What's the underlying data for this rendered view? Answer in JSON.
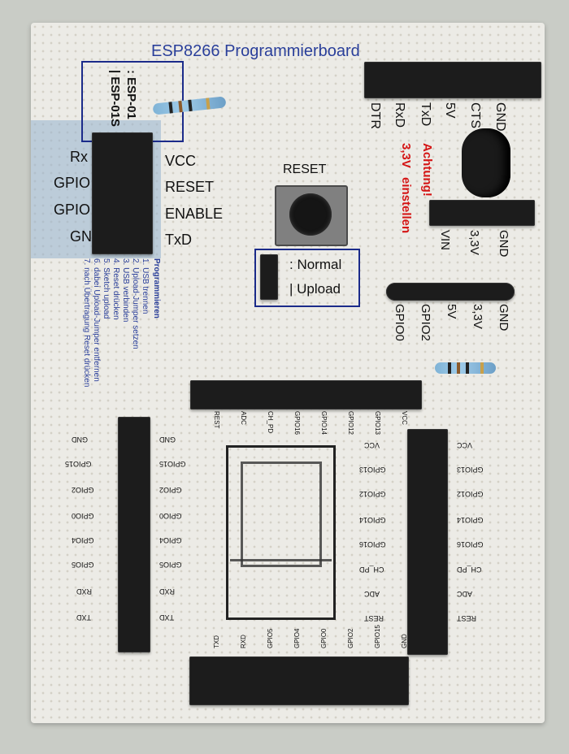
{
  "title": "ESP8266 Programmierboard",
  "module": {
    "line1": ": ESP-01",
    "line2": "| ESP-01S"
  },
  "left_labels": [
    "Rx",
    "GPIO",
    "GPIO",
    "GN"
  ],
  "right_labels": [
    "VCC",
    "RESET",
    "ENABLE",
    "TxD"
  ],
  "top_header_labels": [
    "DTR",
    "RxD",
    "TxD",
    "5V",
    "CTS",
    "GND"
  ],
  "warning": {
    "prefix": "Achtung!",
    "highlight": "3,3V",
    "suffix": "einstellen"
  },
  "reset_label": "RESET",
  "jumper": {
    "normal": ": Normal",
    "upload": "| Upload"
  },
  "voltage_header_labels": [
    "VIN",
    "3,3V",
    "GND"
  ],
  "gpio_header_labels": [
    "GPIO0",
    "GPIO2",
    "5V",
    "3,3V",
    "GND"
  ],
  "instructions": {
    "heading": "Programmieren",
    "steps": [
      "1. USB trennen",
      "2. Upload-Jumper setzen",
      "3. USB verbinden",
      "4. Reset drücken",
      "5. Sketch upload",
      "6. dabei Upload-Jumper entfernen",
      "7. nach Übertragung Reset drücken"
    ]
  },
  "esp12_top_labels": [
    "REST",
    "ADC",
    "CH_PD",
    "GPIO16",
    "GPIO14",
    "GPIO12",
    "GPIO13",
    "VCC"
  ],
  "left_column_labels": [
    "GND",
    "GPIO15",
    "GPIO2",
    "GPIO0",
    "GPIO4",
    "GPIO5",
    "RXD",
    "TXD"
  ],
  "right_column_labels": [
    "VCC",
    "GPIO13",
    "GPIO12",
    "GPIO14",
    "GPIO16",
    "CH_PD",
    "ADC",
    "REST"
  ],
  "bottom_labels": [
    "TXD",
    "RXD",
    "GPIO5",
    "GPIO4",
    "GPIO0",
    "GPIO2",
    "GPIO15",
    "GND"
  ],
  "colors": {
    "board": "#ecebe6",
    "blue_text": "#2a3f9a",
    "warning_red": "#d41414",
    "header": "#1c1c1c"
  }
}
